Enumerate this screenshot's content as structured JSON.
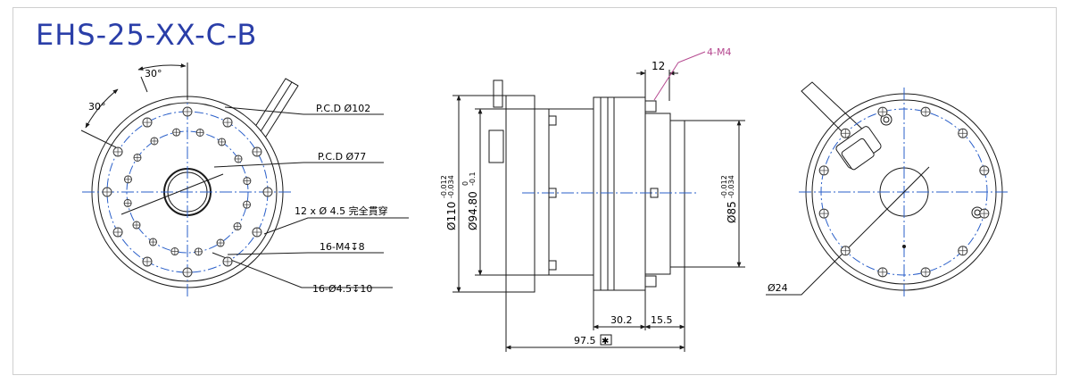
{
  "title": "EHS-25-XX-C-B",
  "colors": {
    "title": "#2a3ea8",
    "line": "#1a1a1a",
    "center_line": "#2a5fc9",
    "callout": "#b5488f",
    "bolt_outline": "#3a3a3a"
  },
  "front_view": {
    "angle_top": "30°",
    "angle_left": "30°",
    "pcd_102": "P.C.D  Ø102",
    "pcd_77": "P.C.D  Ø77",
    "thru_holes": "12 x  Ø 4.5 完全貫穿",
    "tapped_holes": "16-M4↧8",
    "counterbore": "16-Ø4.5↧10"
  },
  "side_view": {
    "callout": "4-M4",
    "dim_12": "12",
    "dia_110": "Ø110",
    "tol_110_upper": "-0.012",
    "tol_110_lower": "-0.034",
    "dia_9480": "Ø94.80",
    "tol_9480_upper": "0",
    "tol_9480_lower": "-0.1",
    "dia_85": "Ø85",
    "tol_85_upper": "-0.012",
    "tol_85_lower": "-0.034",
    "dim_302": "30.2",
    "dim_155": "15.5",
    "dim_975": "97.5",
    "dim_975_box": "✱"
  },
  "rear_view": {
    "dia_24": "Ø24"
  }
}
